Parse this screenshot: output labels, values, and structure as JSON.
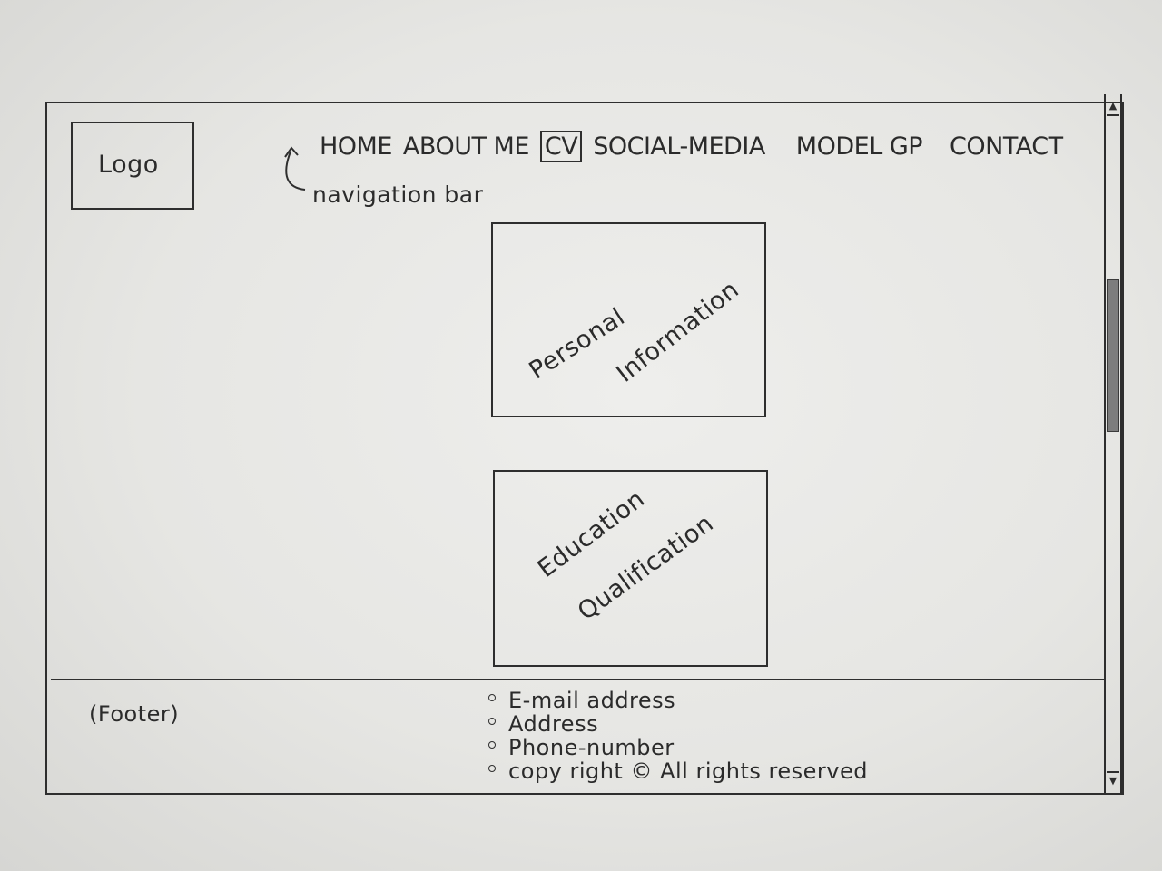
{
  "logo": {
    "label": "Logo"
  },
  "nav": {
    "items": [
      {
        "label": "HOME"
      },
      {
        "label": "ABOUT ME"
      },
      {
        "label": "CV"
      },
      {
        "label": "SOCIAL-MEDIA"
      },
      {
        "label": "MODEL GP"
      },
      {
        "label": "CONTACT"
      }
    ],
    "active_item": "CV",
    "annotation": "navigation bar"
  },
  "sections": [
    {
      "line1": "Personal",
      "line2": "Information"
    },
    {
      "line1": "Education",
      "line2": "Qualification"
    }
  ],
  "footer": {
    "label": "(Footer)",
    "items": [
      "E-mail address",
      "Address",
      "Phone-number",
      "copy right © All rights reserved"
    ]
  },
  "scrollbar": {
    "up_icon": "▲",
    "down_icon": "▼"
  }
}
